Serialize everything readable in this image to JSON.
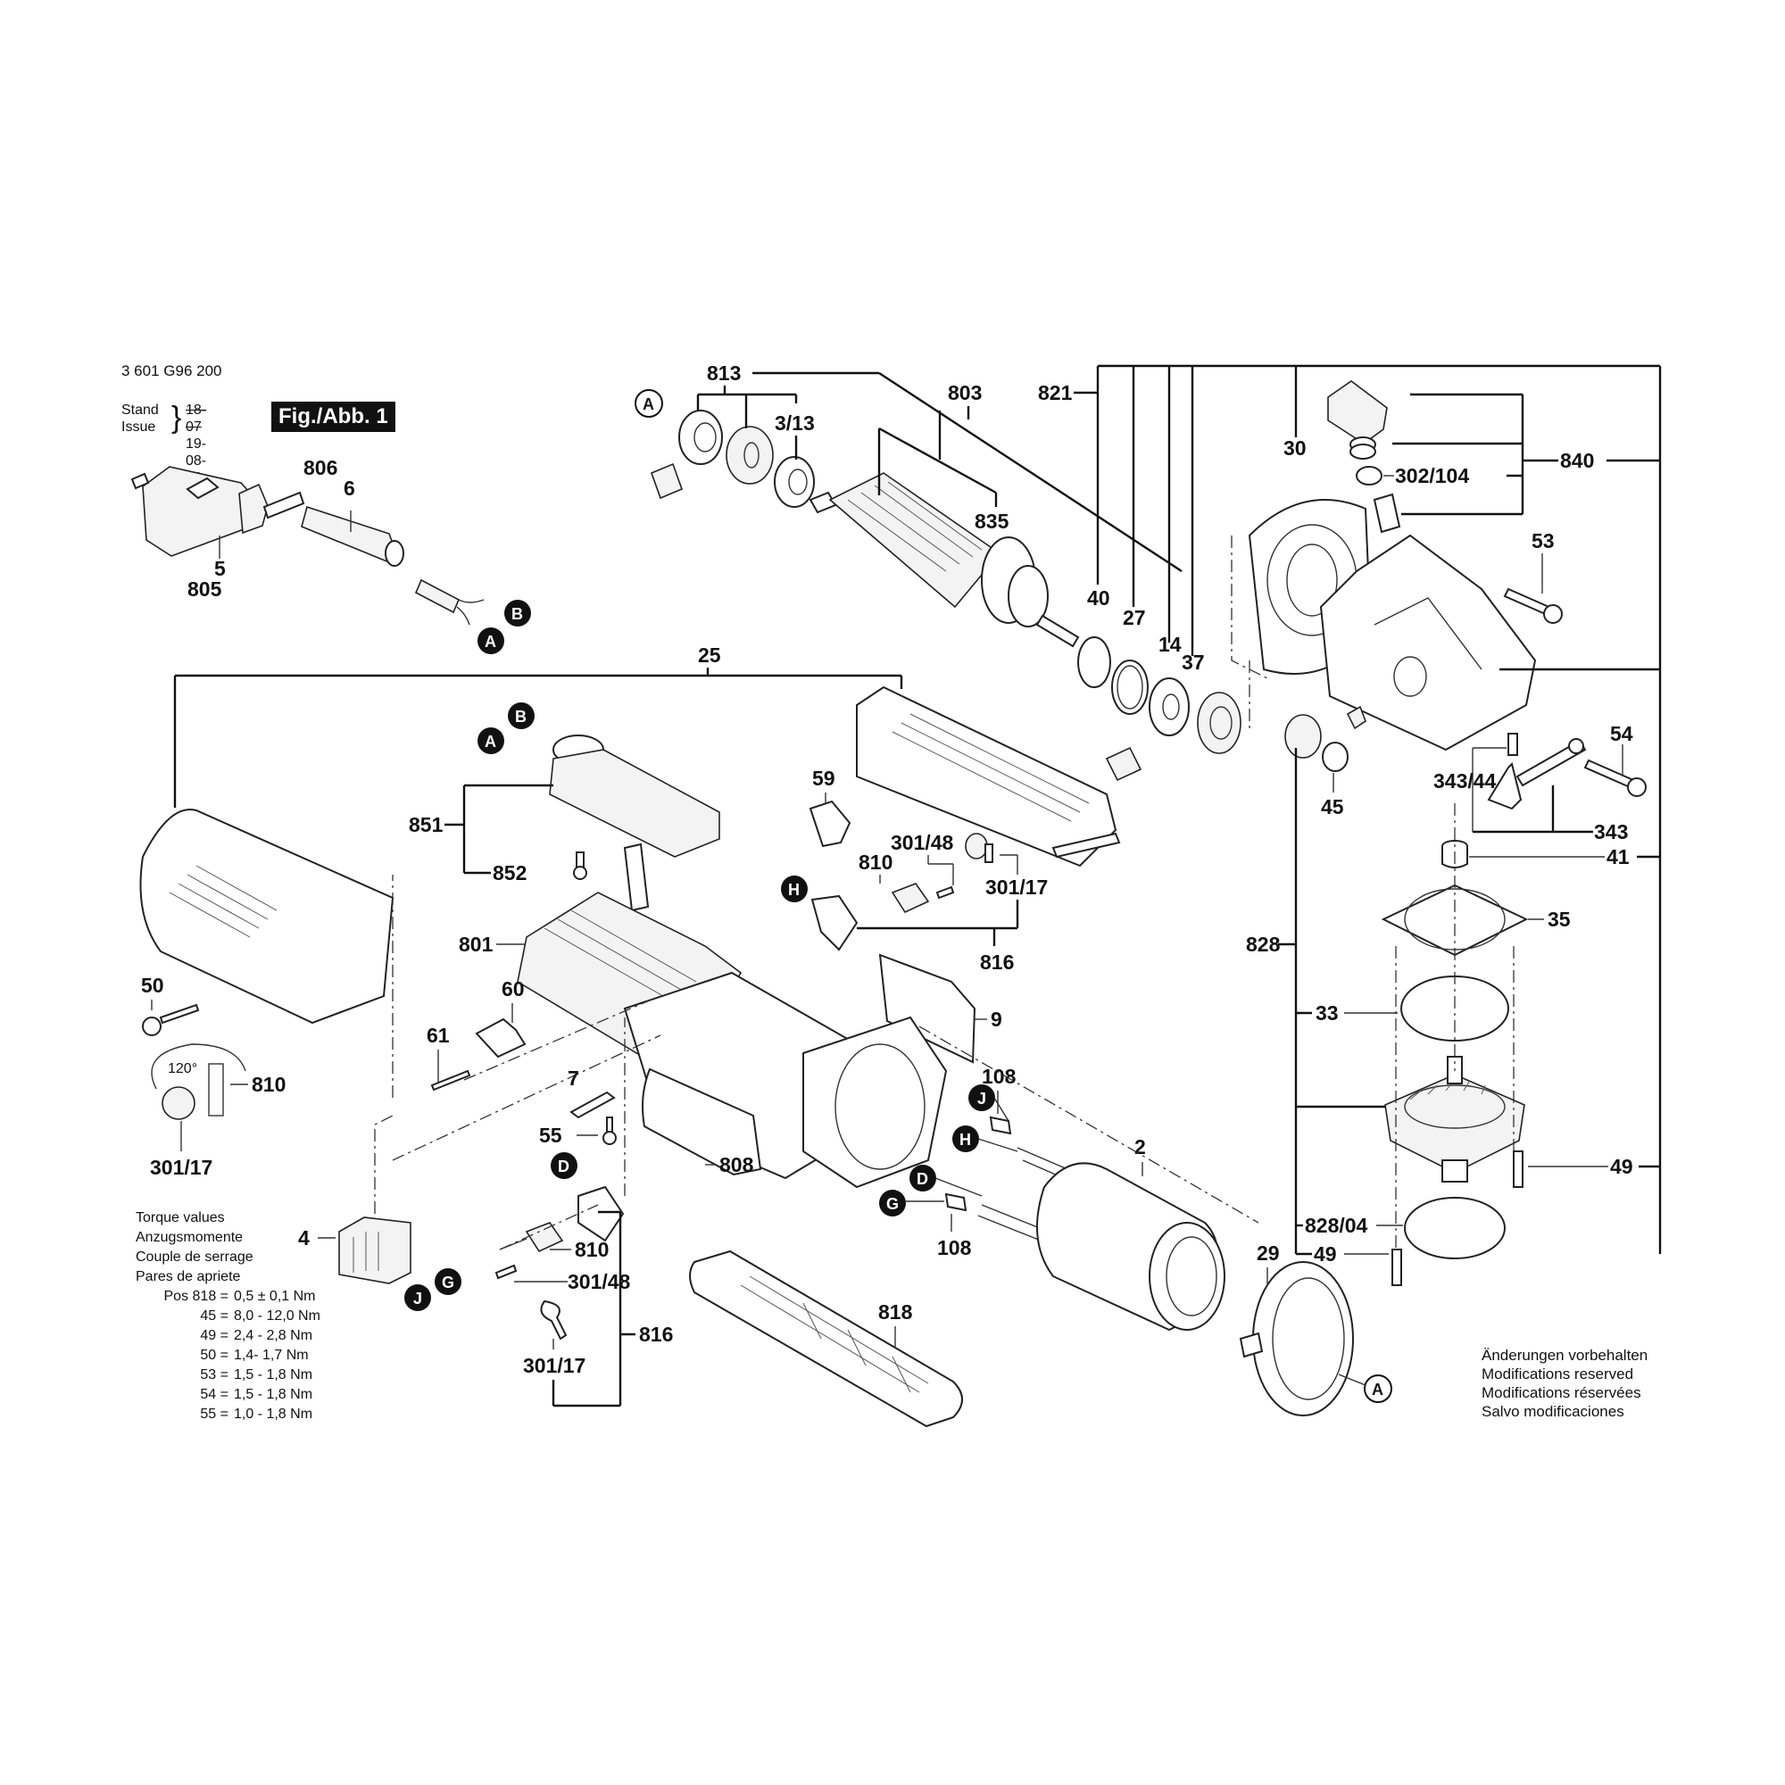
{
  "document": {
    "number": "3 601 G96 200",
    "stand_label": "Stand",
    "issue_label": "Issue",
    "old_date": "18-07",
    "issue_date": "19-08-26",
    "figure_label": "Fig./Abb. 1"
  },
  "torque": {
    "titles": [
      "Torque values",
      "Anzugsmomente",
      "Couple de serrage",
      "Pares de apriete"
    ],
    "rows": [
      {
        "pos": "Pos 818 =",
        "value": "0,5 ± 0,1 Nm"
      },
      {
        "pos": "45 =",
        "value": "8,0 - 12,0 Nm"
      },
      {
        "pos": "49 =",
        "value": "2,4 - 2,8 Nm"
      },
      {
        "pos": "50 =",
        "value": "1,4- 1,7 Nm"
      },
      {
        "pos": "53 =",
        "value": "1,5 - 1,8 Nm"
      },
      {
        "pos": "54 =",
        "value": "1,5 - 1,8 Nm"
      },
      {
        "pos": "55 =",
        "value": "1,0 - 1,8 Nm"
      }
    ]
  },
  "modifications": [
    "Änderungen vorbehalten",
    "Modifications reserved",
    "Modifications réservées",
    "Salvo modificaciones"
  ],
  "callouts": {
    "p813": "813",
    "p803": "803",
    "p821": "821",
    "p3_13": "3/13",
    "p835": "835",
    "p840": "840",
    "p30": "30",
    "p302_104": "302/104",
    "p53": "53",
    "p40": "40",
    "p27": "27",
    "p14": "14",
    "p37": "37",
    "p806": "806",
    "p6": "6",
    "p5": "5",
    "p805": "805",
    "p25": "25",
    "p851": "851",
    "p852": "852",
    "p59": "59",
    "p301_48a": "301/48",
    "p810a": "810",
    "p301_17a": "301/17",
    "p816a": "816",
    "p801": "801",
    "p60": "60",
    "p61": "61",
    "p50": "50",
    "p810b": "810",
    "p301_17b": "301/17",
    "angle": "120°",
    "p9": "9",
    "p7": "7",
    "p55": "55",
    "p808": "808",
    "p108a": "108",
    "p108b": "108",
    "p2": "2",
    "p29": "29",
    "p4": "4",
    "p810c": "810",
    "p301_48b": "301/48",
    "p301_17c": "301/17",
    "p816b": "816",
    "p818": "818",
    "p45": "45",
    "p343_44": "343/44",
    "p343": "343",
    "p54": "54",
    "p41": "41",
    "p35": "35",
    "p828": "828",
    "p33": "33",
    "p49a": "49",
    "p828_04": "828/04",
    "p49b": "49"
  },
  "connectors": {
    "A": "A",
    "B": "B",
    "D": "D",
    "G": "G",
    "H": "H",
    "J": "J"
  }
}
